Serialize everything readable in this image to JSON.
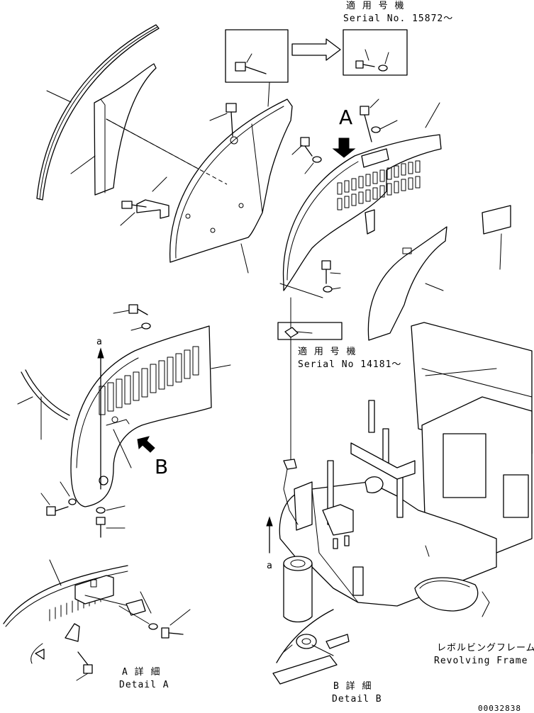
{
  "labels": {
    "serial_top_jp": "適 用 号 機",
    "serial_top": "Serial No. 15872～",
    "serial_mid_jp": "適 用 号 機",
    "serial_mid": "Serial No 14181～",
    "view_a": "A",
    "view_b": "B",
    "arrow_a_left": "a",
    "arrow_a_right": "a",
    "detail_a_jp": "A 詳 細",
    "detail_a": "Detail A",
    "detail_b_jp": "B 詳 細",
    "detail_b": "Detail B",
    "frame_jp": "レボルビングフレーム",
    "frame_en": "Revolving Frame",
    "doc_number": "00032838"
  }
}
